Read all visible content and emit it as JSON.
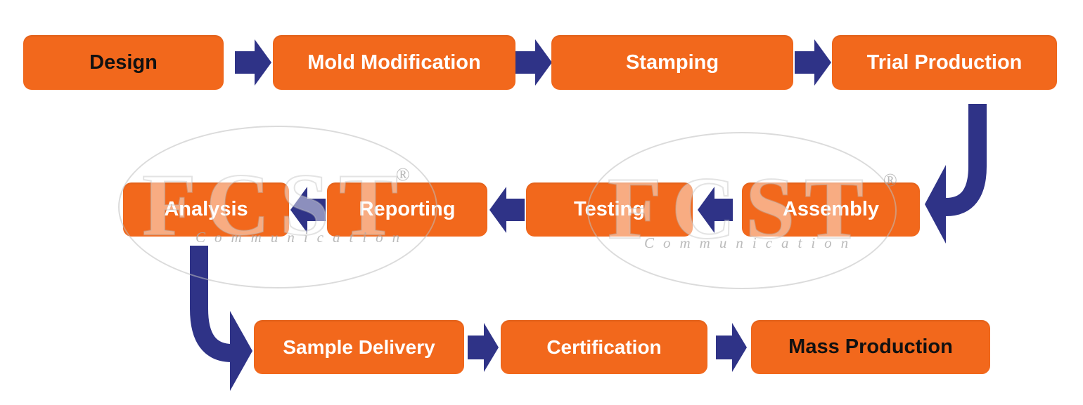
{
  "flow": {
    "row1": [
      {
        "label": "Design"
      },
      {
        "label": "Mold Modification"
      },
      {
        "label": "Stamping"
      },
      {
        "label": "Trial Production"
      }
    ],
    "row2": [
      {
        "label": "Analysis"
      },
      {
        "label": "Reporting"
      },
      {
        "label": "Testing"
      },
      {
        "label": "Assembly"
      }
    ],
    "row3": [
      {
        "label": "Sample Delivery"
      },
      {
        "label": "Certification"
      },
      {
        "label": "Mass Production"
      }
    ]
  },
  "watermark": {
    "logo": "FCST",
    "registered": "®",
    "subtitle": "Communication"
  },
  "colors": {
    "box_orange": "#F2681C",
    "arrow_navy": "#2F3387",
    "text_dark": "#111111",
    "text_light": "#FFFFFF",
    "watermark_gray": "#BDBDBD"
  }
}
